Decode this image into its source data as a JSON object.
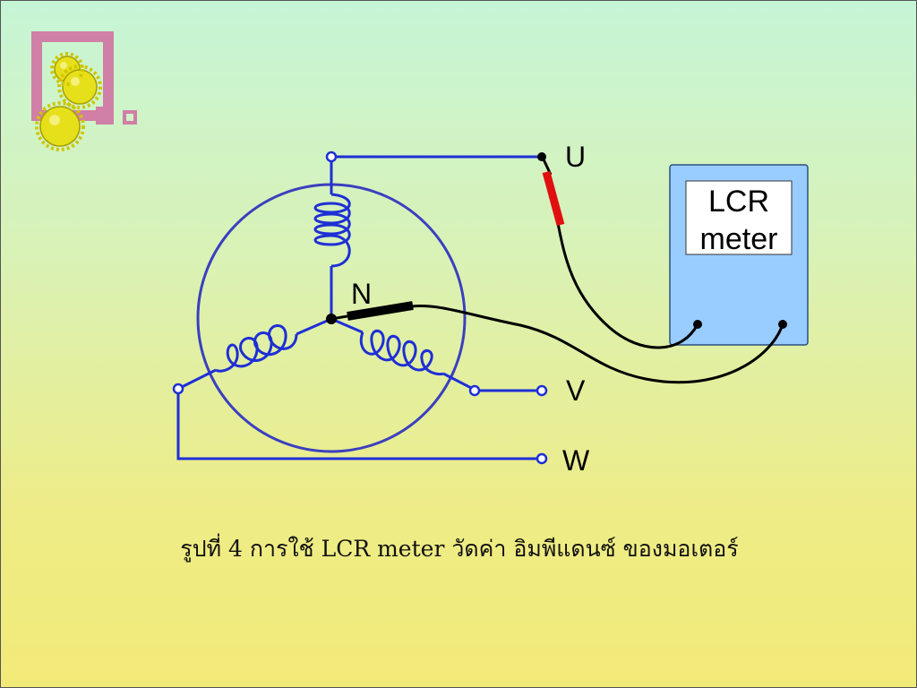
{
  "diagram": {
    "terminals": {
      "u": "U",
      "v": "V",
      "w": "W",
      "neutral": "N"
    },
    "meter": {
      "line1": "LCR",
      "line2": "meter"
    },
    "colors": {
      "winding": "#1e2fd6",
      "stator": "#3b3fbf",
      "lead_red": "#e01010",
      "lead_black": "#000000",
      "meter_body": "#99ccff"
    },
    "logo_icon": "gears-logo-icon"
  },
  "caption": "รูปที่ 4 การใช้ LCR meter วัดค่า อิมพีแดนซ์ ของมอเตอร์"
}
